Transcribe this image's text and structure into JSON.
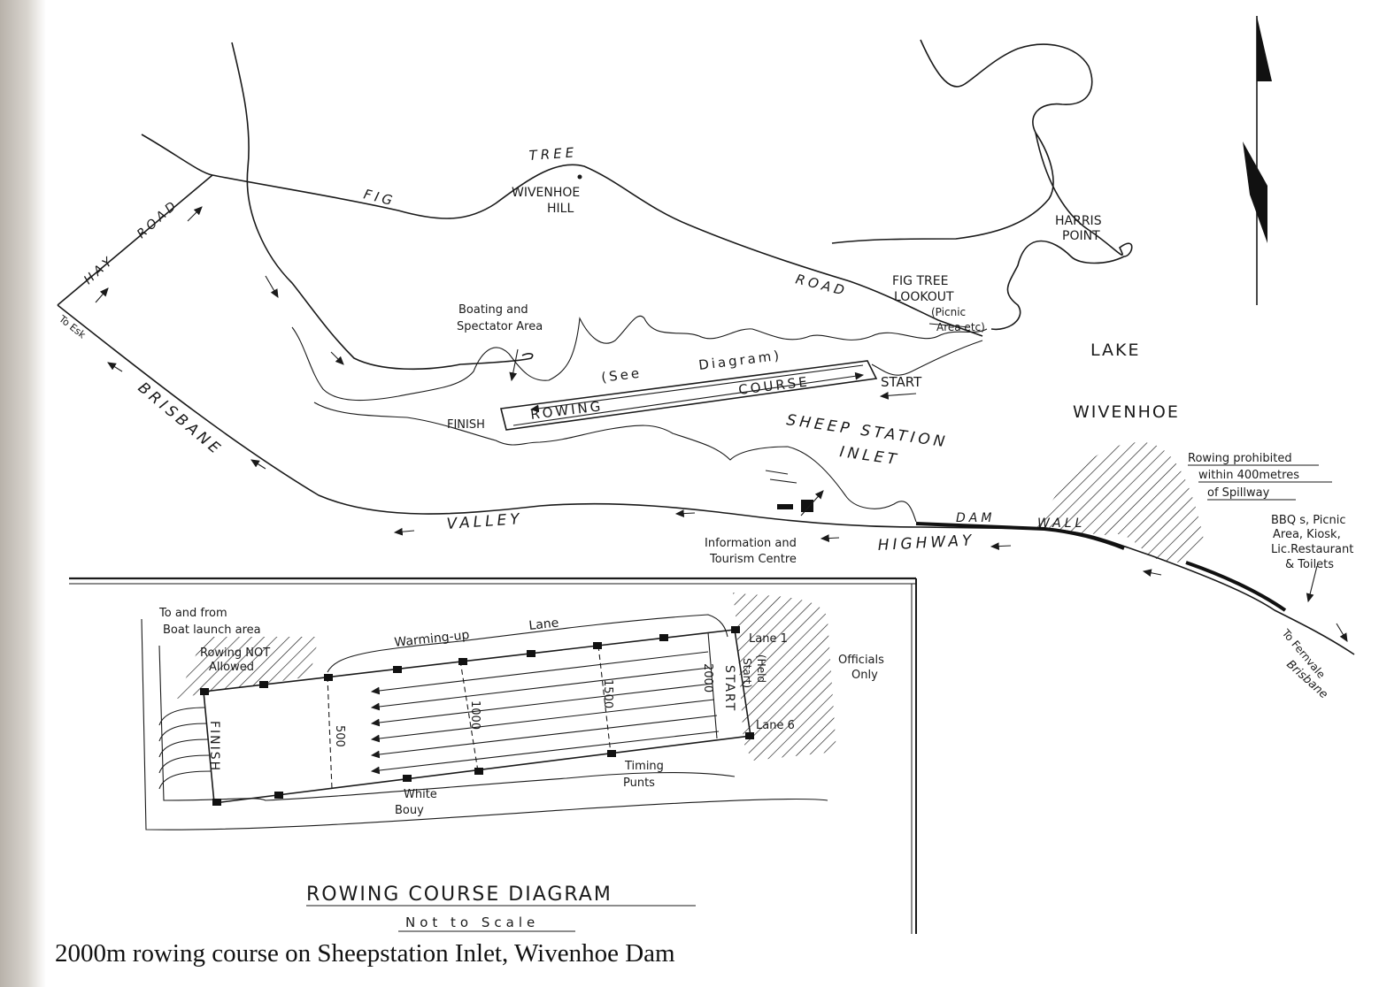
{
  "map": {
    "roads": {
      "fig_tree_road_1": "FIG",
      "fig_tree_road_2": "TREE",
      "fig_tree_road_3": "ROAD",
      "hay_road_1": "HAY",
      "hay_road_2": "ROAD",
      "brisbane_valley_1": "BRISBANE",
      "brisbane_valley_2": "VALLEY",
      "brisbane_valley_3": "HIGHWAY",
      "to_esk": "To Esk",
      "to_fernvale": "To Fernvale",
      "to_brisbane": "Brisbane"
    },
    "places": {
      "wivenhoe_hill_1": "WIVENHOE",
      "wivenhoe_hill_2": "HILL",
      "harris_point_1": "HARRIS",
      "harris_point_2": "POINT",
      "lookout_1": "FIG TREE",
      "lookout_2": "LOOKOUT",
      "lookout_3": "(Picnic",
      "lookout_4": "Area etc)",
      "lake_1": "LAKE",
      "lake_2": "WIVENHOE",
      "inlet_1": "SHEEP STATION",
      "inlet_2": "INLET",
      "boating_1": "Boating and",
      "boating_2": "Spectator Area",
      "info_1": "Information and",
      "info_2": "Tourism Centre",
      "dam_wall_1": "DAM",
      "dam_wall_2": "WALL",
      "bbq_1": "BBQ s, Picnic",
      "bbq_2": "Area, Kiosk,",
      "bbq_3": "Lic.Restaurant",
      "bbq_4": "& Toilets"
    },
    "course": {
      "see_diagram_1": "(See",
      "see_diagram_2": "Diagram)",
      "rowing": "ROWING",
      "course": "COURSE",
      "start": "START",
      "finish": "FINISH"
    },
    "spillway_note": {
      "line_1": "Rowing prohibited",
      "line_2": "within 400metres",
      "line_3": "of Spillway"
    }
  },
  "diagram": {
    "title": "ROWING COURSE DIAGRAM",
    "subtitle": "Not to Scale",
    "launch_1": "To and from",
    "launch_2": "Boat launch area",
    "not_allowed_1": "Rowing NOT",
    "not_allowed_2": "Allowed",
    "warmup_1": "Warming-up",
    "warmup_2": "Lane",
    "lane_1": "Lane 1",
    "lane_6": "Lane 6",
    "held_start_1": "(Held",
    "held_start_2": "Start)",
    "officials_1": "Officials",
    "officials_2": "Only",
    "start": "START",
    "finish": "FINISH",
    "marker_500": "500",
    "marker_1000": "1000",
    "marker_1500": "1500",
    "marker_2000": "2000",
    "white_bouy_1": "White",
    "white_bouy_2": "Bouy",
    "timing_1": "Timing",
    "timing_2": "Punts"
  },
  "caption": "2000m rowing course on Sheepstation Inlet, Wivenhoe Dam",
  "colors": {
    "ink": "#1a1a1a",
    "paper": "#ffffff",
    "scan_edge": "#c4beb6"
  }
}
